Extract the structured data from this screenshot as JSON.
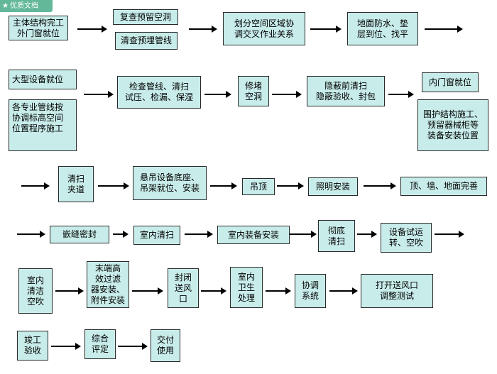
{
  "badge": {
    "icon": "star-icon",
    "label": "优质文档"
  },
  "colors": {
    "box_fill": "#c8ecea",
    "badge_bg": "#63b89a"
  },
  "steps": {
    "s1": "主体结构完工\n外门窗就位",
    "s2a": "复查预留空洞",
    "s2b": "清查预埋管线",
    "s3": "划分空间区域协\n调交叉作业关系",
    "s4": "地面防水、垫\n层到位、找平",
    "s5a": "大型设备就位",
    "s5b": "各专业管线按\n协调标高空间\n位置程序施工",
    "s6": "检查管线、清扫\n试压、检漏、保湿",
    "s7": "修堵\n空洞",
    "s8": "隐蔽前清扫\n隐蔽验收、封包",
    "s9a": "内门窗就位",
    "s9b": "围护结构施工、\n预留器械柜等\n装备安装位置",
    "s10": "清扫\n夹道",
    "s11": "悬吊设备底座、\n吊架就位、安装",
    "s12": "吊顶",
    "s13": "照明安装",
    "s14": "顶、墙、地面完善",
    "s15": "嵌缝密封",
    "s16": "室内清扫",
    "s17": "室内装备安装",
    "s18": "彻底\n清扫",
    "s19": "设备试运\n转、空吹",
    "s20": "室内\n清洁\n空吹",
    "s21": "末端高\n效过滤\n器安装、\n附件安装",
    "s22": "封闭\n送风\n口",
    "s23": "室内\n卫生\n处理",
    "s24": "协调\n系统",
    "s25": "打开送风口\n调整测试",
    "s26": "竣工\n验收",
    "s27": "综合\n评定",
    "s28": "交付\n使用"
  }
}
